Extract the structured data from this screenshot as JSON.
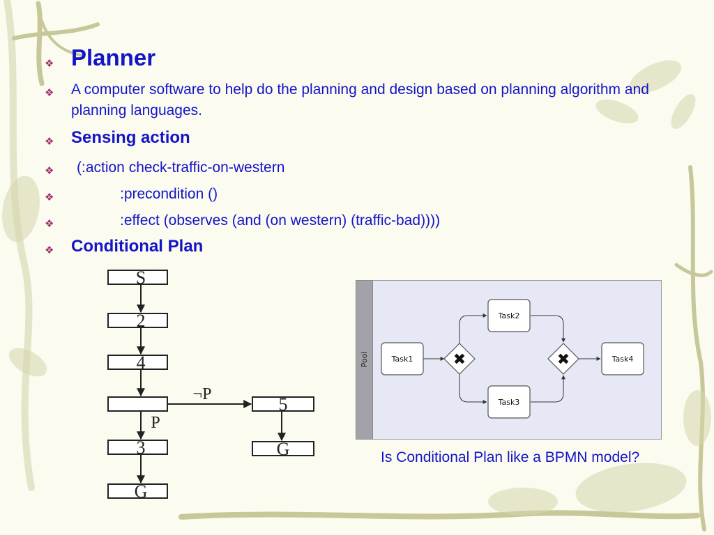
{
  "slide": {
    "bullets": [
      {
        "text": "Planner"
      },
      {
        "text": "A computer software to help do the planning and design based on planning algorithm and planning languages."
      },
      {
        "text": "Sensing action"
      },
      {
        "text": "(:action check-traffic-on-western"
      },
      {
        "text": ":precondition ()"
      },
      {
        "text": ":effect (observes (and (on western) (traffic-bad))))"
      },
      {
        "text": "Conditional Plan"
      }
    ],
    "caption": "Is Conditional Plan like a BPMN model?"
  },
  "flowchart": {
    "nodes": [
      "S",
      "2",
      "4",
      "",
      "5",
      "3",
      "G",
      "G"
    ],
    "edge_labels": [
      "¬P",
      "P"
    ]
  },
  "bpmn": {
    "pool_label": "Pool",
    "tasks": [
      "Task1",
      "Task2",
      "Task3",
      "Task4"
    ],
    "gateway_symbol": "✖"
  },
  "colors": {
    "text": "#1414c8",
    "bullet": "#a0306e",
    "background": "#fbfbf0"
  }
}
